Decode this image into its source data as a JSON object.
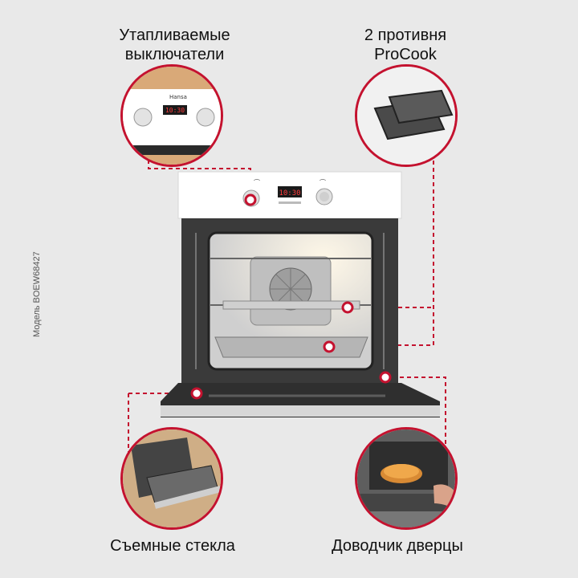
{
  "captions": {
    "top_left": "Утапливаемые выключатели",
    "top_right": "2 противня ProCook",
    "bottom_left": "Съемные стекла",
    "bottom_right": "Доводчик дверцы"
  },
  "model_label": "Модель BOEW68427",
  "oven": {
    "brand": "Hansa",
    "display_time": "10:30"
  },
  "colors": {
    "accent": "#c4122f",
    "background": "#e9e9e9"
  }
}
